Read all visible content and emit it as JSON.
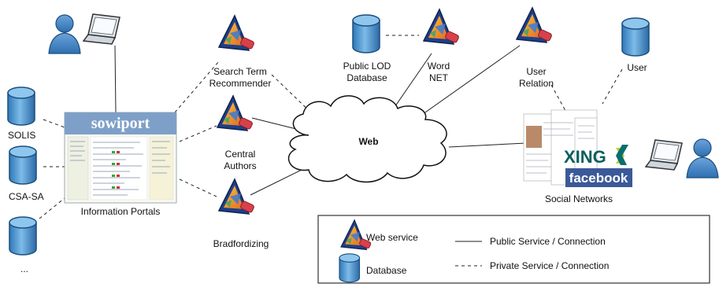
{
  "nodes": {
    "solis": "SOLIS",
    "csa_sa": "CSA-SA",
    "more_db": "...",
    "portals": "Information Portals",
    "portal_logo": "sowiport",
    "search_term": [
      "Search Term",
      "Recommender"
    ],
    "central_authors": [
      "Central",
      "Authors"
    ],
    "bradfordizing": "Bradfordizing",
    "public_lod": [
      "Public LOD",
      "Database"
    ],
    "wordnet": [
      "Word",
      "NET"
    ],
    "user_relation": [
      "User",
      "Relation"
    ],
    "user": "User",
    "web": "Web",
    "social_networks": "Social Networks",
    "xing": "XING",
    "facebook": "facebook"
  },
  "legend": {
    "web_service": "Web service",
    "database": "Database",
    "public": "Public Service / Connection",
    "private": "Private Service / Connection"
  },
  "colors": {
    "db_blue": "#3b88c8",
    "icon_orange": "#f0962c",
    "icon_red": "#d8404a",
    "sowiport_bar": "#7ea0c8",
    "facebook_blue": "#3b5998",
    "xing_green": "#0a6e6e"
  }
}
